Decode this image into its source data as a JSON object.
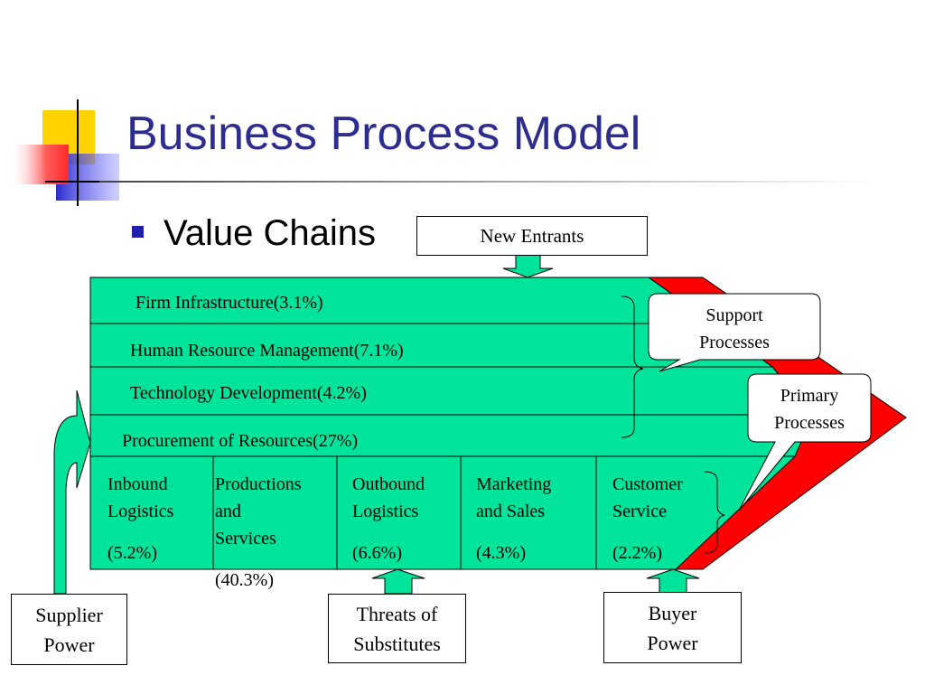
{
  "slide": {
    "title": "Business Process Model",
    "bullet": "Value Chains"
  },
  "colors": {
    "title": "#2d2d8f",
    "chain_fill": "#00e39a",
    "margin_red": "#ff0000",
    "bullet": "#1f1faa"
  },
  "support_activities": [
    "Firm Infrastructure(3.1%)",
    "Human Resource Management(7.1%)",
    "Technology Development(4.2%)",
    "Procurement of Resources(27%)"
  ],
  "primary_activities": [
    {
      "name_line1": "Inbound",
      "name_line2": "Logistics",
      "name_line3": "",
      "share": "(5.2%)"
    },
    {
      "name_line1": "Productions",
      "name_line2": "and",
      "name_line3": "Services",
      "share": "(40.3%)"
    },
    {
      "name_line1": "Outbound",
      "name_line2": "Logistics",
      "name_line3": "",
      "share": "(6.6%)"
    },
    {
      "name_line1": "Marketing",
      "name_line2": "and Sales",
      "name_line3": "",
      "share": "(4.3%)"
    },
    {
      "name_line1": "Customer",
      "name_line2": "Service",
      "name_line3": "",
      "share": "(2.2%)"
    }
  ],
  "callouts": {
    "support_line1": "Support",
    "support_line2": "Processes",
    "primary_line1": "Primary",
    "primary_line2": "Processes"
  },
  "forces": {
    "new_entrants": "New Entrants",
    "supplier_line1": "Supplier",
    "supplier_line2": "Power",
    "substitutes_line1": "Threats of",
    "substitutes_line2": "Substitutes",
    "buyer_line1": "Buyer",
    "buyer_line2": "Power"
  }
}
